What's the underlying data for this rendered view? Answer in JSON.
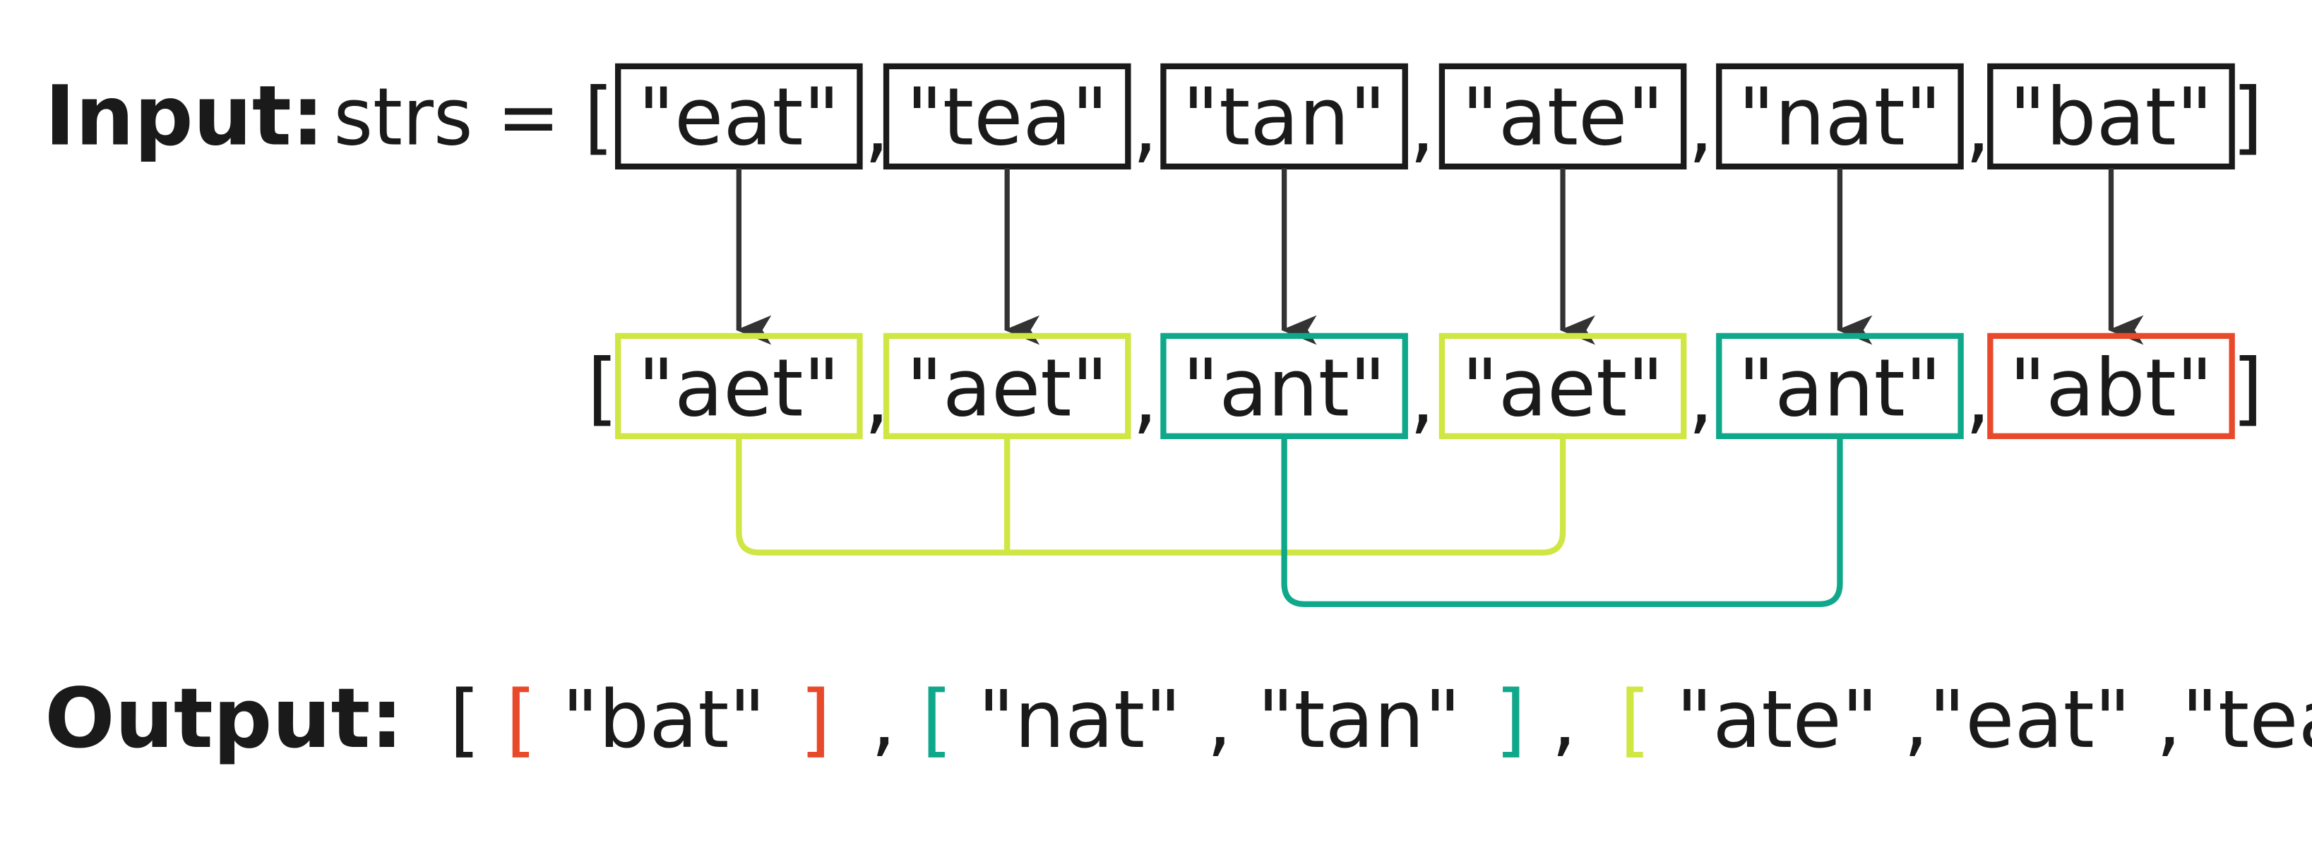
{
  "input": {
    "label": "Input:",
    "prefix": "strs = [",
    "open_bracket": "[",
    "close_bracket": "]",
    "separator": ",",
    "words": [
      "\"eat\"",
      "\"tea\"",
      "\"tan\"",
      "\"ate\"",
      "\"nat\"",
      "\"bat\""
    ]
  },
  "sorted": {
    "open_bracket": "[",
    "close_bracket": "]",
    "separator": ",",
    "keys": [
      "\"aet\"",
      "\"aet\"",
      "\"ant\"",
      "\"aet\"",
      "\"ant\"",
      "\"abt\""
    ],
    "groups": [
      0,
      0,
      1,
      0,
      1,
      2
    ]
  },
  "output": {
    "label": "Output:",
    "outer_open": "[",
    "outer_close": "]",
    "sep": " ,",
    "groups": [
      {
        "open": "[",
        "items": "\"bat\" ",
        "close": "]"
      },
      {
        "open": "[",
        "items": " \"nat\" , \"tan\" ",
        "close": "]"
      },
      {
        "open": "[",
        "items": " \"ate\" ,\"eat\" ,\"tea\"",
        "close": "]"
      }
    ]
  },
  "colors": {
    "text": "#1a1a1a",
    "arrow": "#333333",
    "groups": [
      "#cfe643",
      "#10a88a",
      "#e9492b"
    ]
  }
}
